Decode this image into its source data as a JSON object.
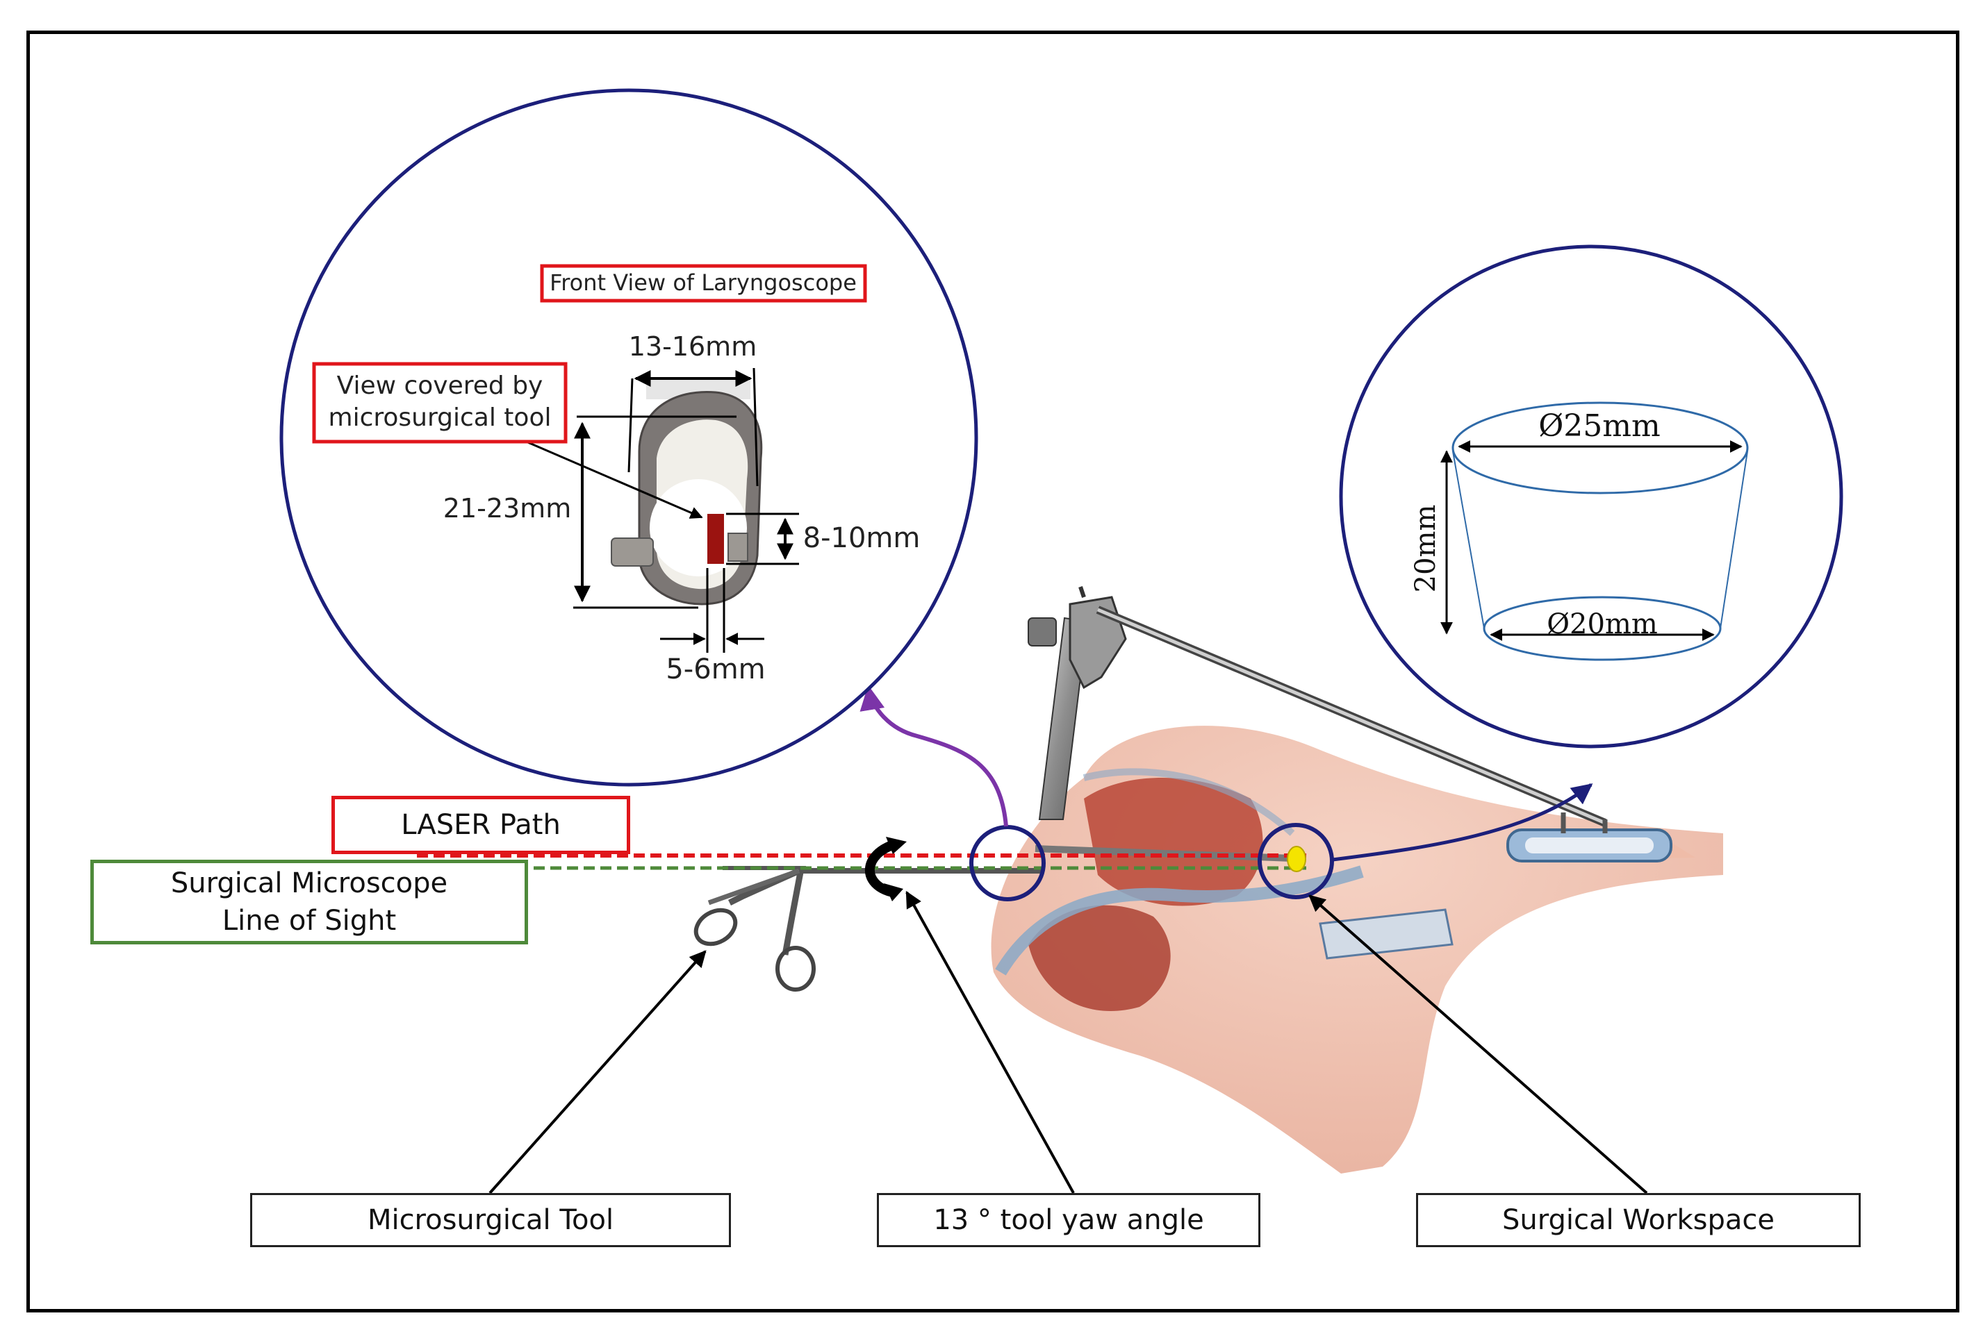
{
  "laryngoscope_inset": {
    "title": "Front View of Laryngoscope",
    "covered_label_line1": "View covered by",
    "covered_label_line2": "microsurgical tool",
    "width_dim": "13-16mm",
    "height_dim": "21-23mm",
    "tool_height_dim": "8-10mm",
    "tool_width_dim": "5-6mm"
  },
  "workspace_inset": {
    "top_diameter": "Ø25mm",
    "bottom_diameter": "Ø20mm",
    "height": "20mm"
  },
  "paths": {
    "laser": "LASER Path",
    "microscope_line1": "Surgical Microscope",
    "microscope_line2": "Line of Sight"
  },
  "callouts": {
    "tool": "Microsurgical Tool",
    "yaw": "13 ° tool yaw angle",
    "workspace": "Surgical Workspace"
  },
  "colors": {
    "circle": "#1c1f7a",
    "laser": "#e0161b",
    "sight": "#4e8a3a",
    "purple_arrow": "#7b34a8",
    "tool_patch": "#9b1310",
    "tissue": "#e8b9a8"
  }
}
